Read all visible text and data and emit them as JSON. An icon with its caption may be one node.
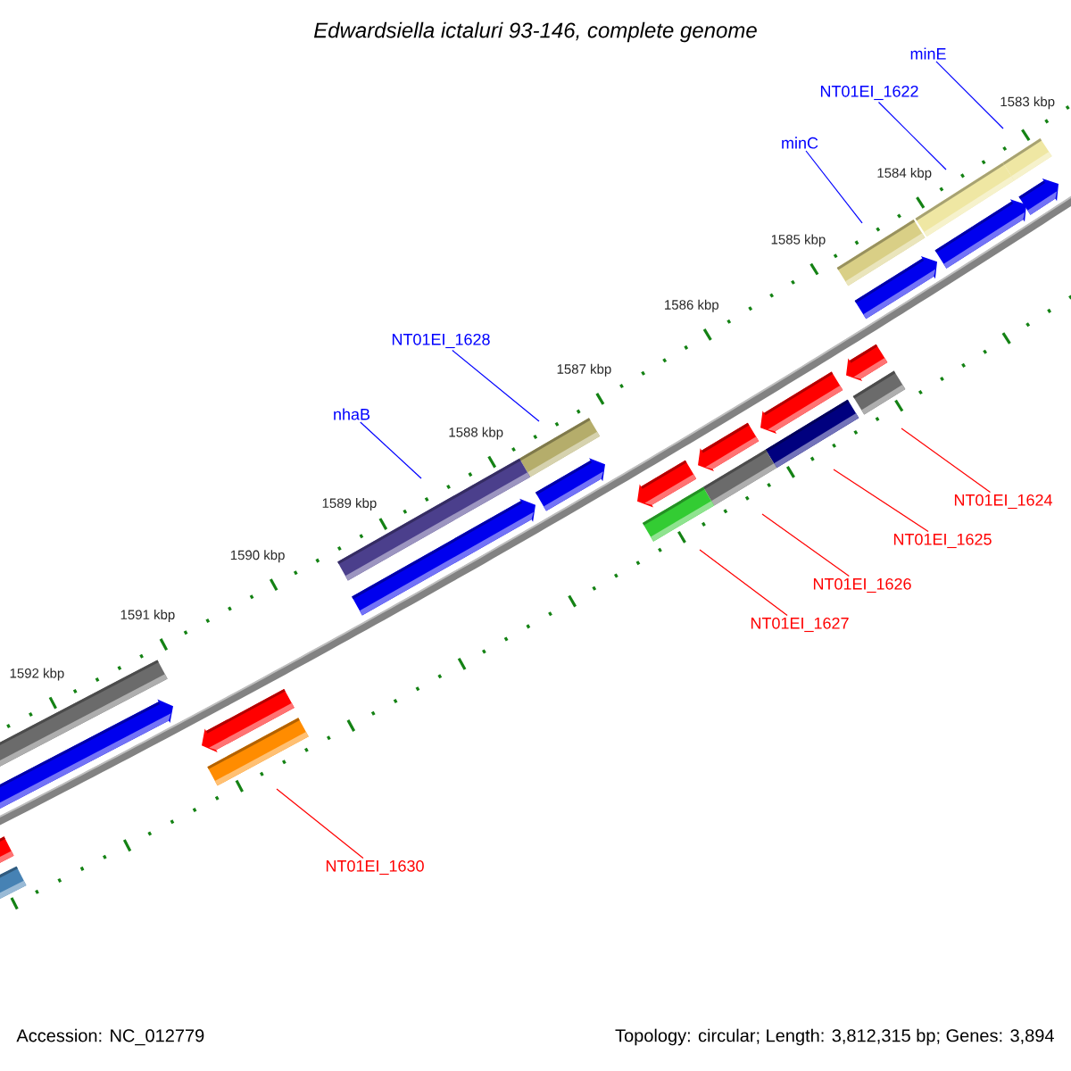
{
  "diagram": {
    "title": "Edwardsiella ictaluri 93-146, complete genome",
    "nodes": [
      {
        "text": [
          "minE"
        ]
      },
      {
        "text": [
          "NT01EI_1622"
        ]
      },
      {
        "text": [
          "minC"
        ]
      },
      {
        "text": [
          "NT01EI_1628"
        ]
      },
      {
        "text": [
          "nhaB"
        ]
      },
      {
        "text": [
          "NT01EI_1624"
        ]
      },
      {
        "text": [
          "NT01EI_1625"
        ]
      },
      {
        "text": [
          "NT01EI_1626"
        ]
      },
      {
        "text": [
          "NT01EI_1627"
        ]
      },
      {
        "text": [
          "NT01EI_1630"
        ]
      }
    ],
    "edges": [
      {
        "from": 0,
        "to": null,
        "arrow": "none",
        "color": "#0000ff"
      },
      {
        "from": 1,
        "to": null,
        "arrow": "none",
        "color": "#0000ff"
      },
      {
        "from": 2,
        "to": null,
        "arrow": "none",
        "color": "#0000ff"
      },
      {
        "from": 3,
        "to": null,
        "arrow": "none",
        "color": "#0000ff"
      },
      {
        "from": 4,
        "to": null,
        "arrow": "none",
        "color": "#0000ff"
      },
      {
        "from": 5,
        "to": null,
        "arrow": "none",
        "color": "#ff0000"
      },
      {
        "from": 6,
        "to": null,
        "arrow": "none",
        "color": "#ff0000"
      },
      {
        "from": 7,
        "to": null,
        "arrow": "none",
        "color": "#ff0000"
      },
      {
        "from": 8,
        "to": null,
        "arrow": "none",
        "color": "#ff0000"
      },
      {
        "from": 9,
        "to": null,
        "arrow": "none",
        "color": "#ff0000"
      }
    ],
    "labels": [
      "1583 kbp",
      "1584 kbp",
      "1585 kbp",
      "1586 kbp",
      "1587 kbp",
      "1588 kbp",
      "1589 kbp",
      "1590 kbp",
      "1591 kbp",
      "1592 kbp",
      "Accession: NC_012779",
      "Topology: circular; Length: 3,812,315 bp; Genes: 3,894"
    ]
  }
}
